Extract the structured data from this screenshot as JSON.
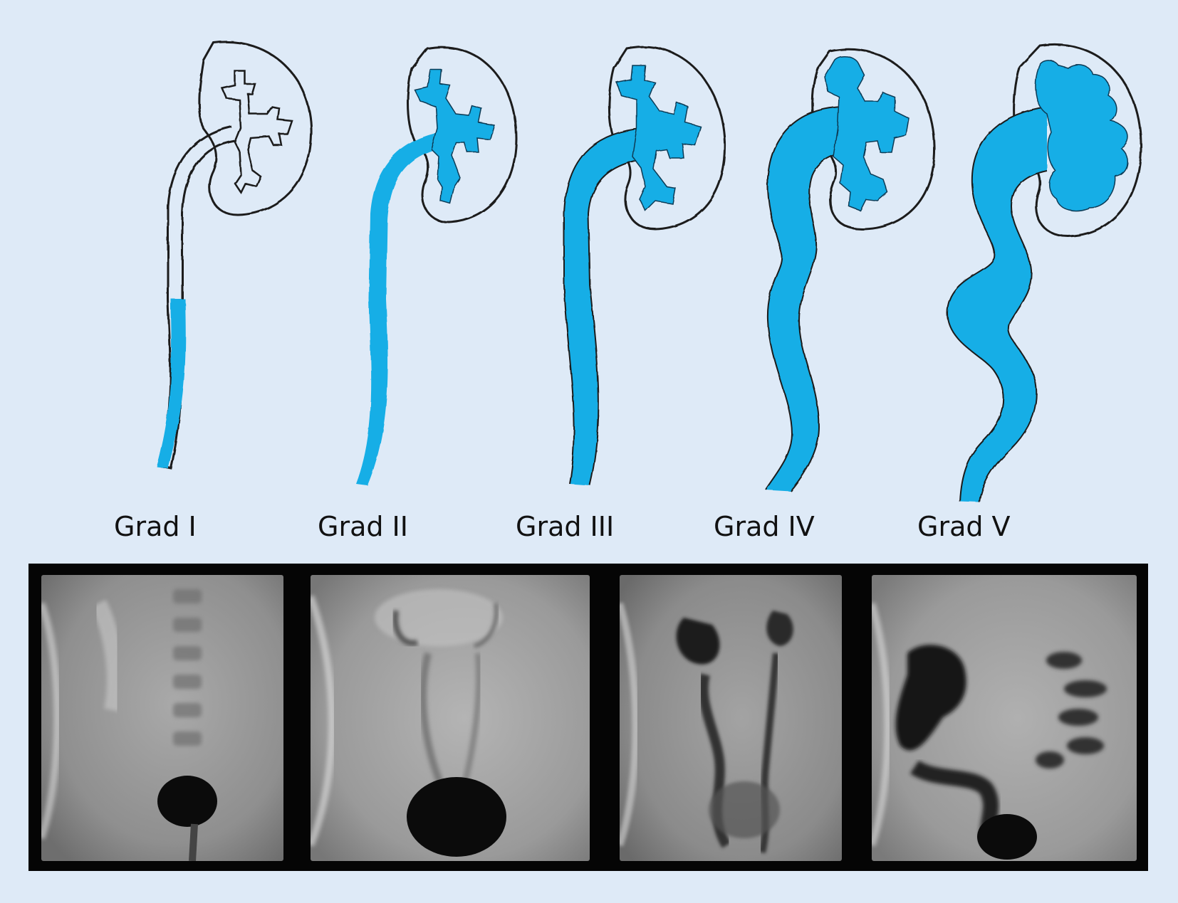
{
  "figure": {
    "grades": [
      {
        "label": "Grad I"
      },
      {
        "label": "Grad II"
      },
      {
        "label": "Grad III"
      },
      {
        "label": "Grad IV"
      },
      {
        "label": "Grad V"
      }
    ]
  },
  "colors": {
    "background": "#deeaf7",
    "contrast_fill": "#19aee6",
    "outline": "#1a1a1a",
    "xray_frame": "#050505"
  }
}
